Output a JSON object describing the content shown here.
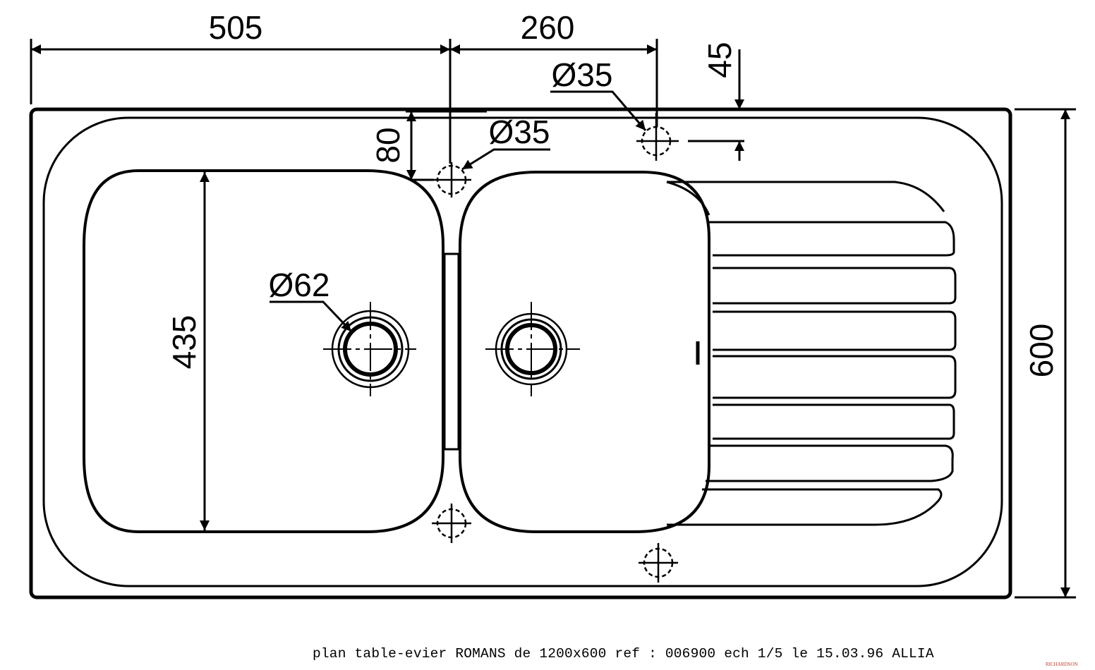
{
  "dimensions": {
    "overall_width_left": "505",
    "hole_spacing": "260",
    "hole_dia_right": "Ø35",
    "edge_offset_right": "45",
    "edge_offset_left": "80",
    "hole_dia_left": "Ø35",
    "waste_dia": "Ø62",
    "bowl_depth": "435",
    "overall_depth": "600"
  },
  "caption": "plan table-evier ROMANS de 1200x600 ref : 006900 ech 1/5 le 15.03.96 ALLIA",
  "brand": "RICHARDSON",
  "colors": {
    "line": "#000000",
    "background": "#ffffff",
    "brand": "#c0392b"
  }
}
